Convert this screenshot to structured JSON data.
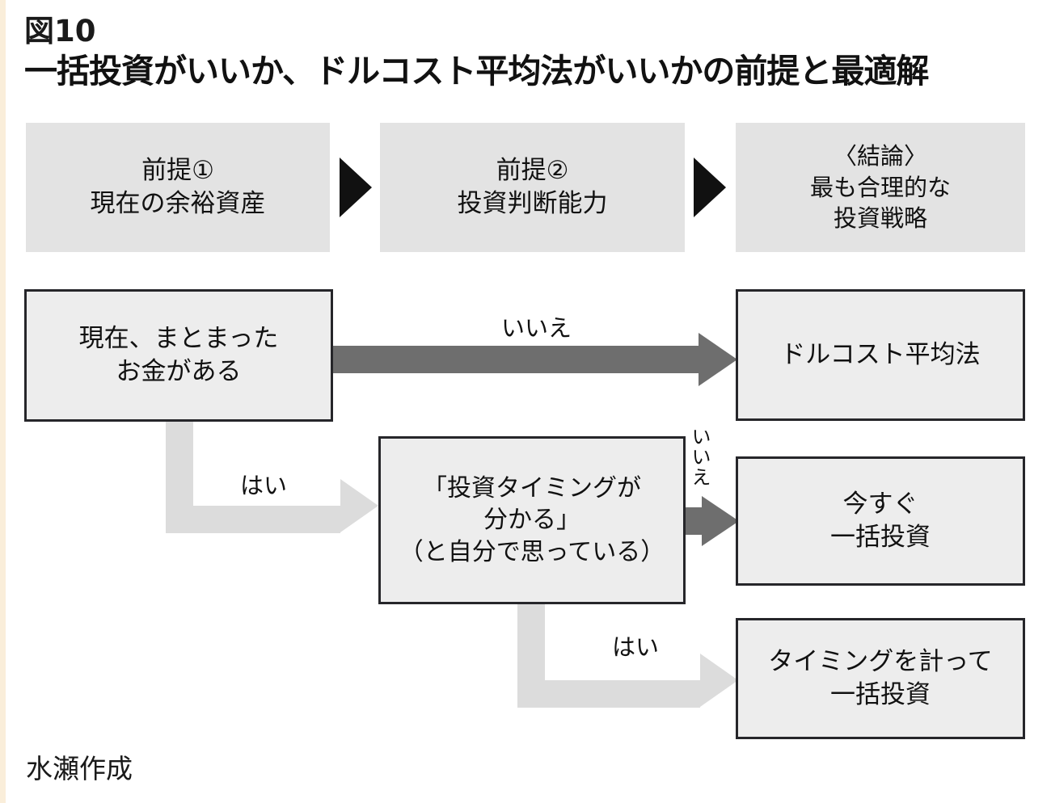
{
  "figure": {
    "number": "図10",
    "title": "一括投資がいいか、ドルコスト平均法がいいかの前提と最適解",
    "source_note": "水瀬作成"
  },
  "colors": {
    "premise_fill": "#e3e3e3",
    "box_fill": "#ededed",
    "box_border": "#26262a",
    "arrow_dark": "#6e6e6e",
    "arrow_light": "#dcdcdc",
    "triangle": "#111111",
    "edge_strip": "#faeeda"
  },
  "header_row": {
    "premises": [
      {
        "line1": "前提①",
        "line2": "現在の余裕資産",
        "line3": ""
      },
      {
        "line1": "前提②",
        "line2": "投資判断能力",
        "line3": ""
      },
      {
        "line1": "〈結論〉",
        "line2": "最も合理的な",
        "line3": "投資戦略"
      }
    ],
    "separator_icon": "triangle-right-icon"
  },
  "flow": {
    "decisions": [
      {
        "line1": "現在、まとまった",
        "line2": "お金がある",
        "line3": ""
      },
      {
        "line1": "「投資タイミングが",
        "line2": "分かる」",
        "line3": "（と自分で思っている）"
      }
    ],
    "results": [
      {
        "line1": "ドルコスト平均法",
        "line2": ""
      },
      {
        "line1": "今すぐ",
        "line2": "一括投資"
      },
      {
        "line1": "タイミングを計って",
        "line2": "一括投資"
      }
    ],
    "edge_labels": {
      "no_1": "いいえ",
      "yes_1": "はい",
      "no_2": "いいえ",
      "yes_2": "はい"
    }
  }
}
